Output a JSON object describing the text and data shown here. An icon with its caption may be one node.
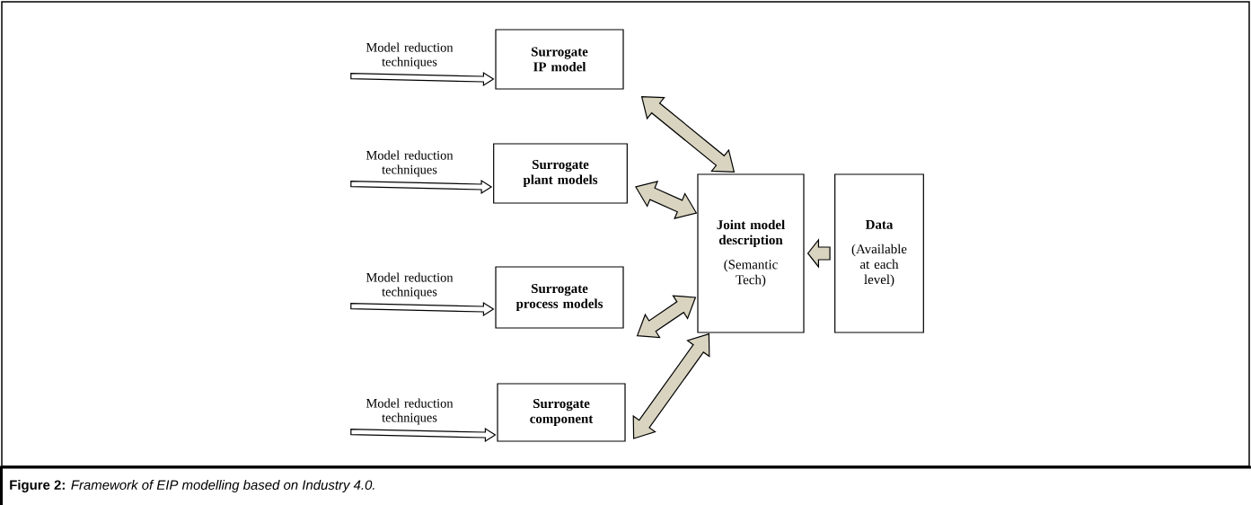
{
  "diagram": {
    "caption": "**Figure 2:** *Framework of EIP modelling based on Industry 4.0.*",
    "nodes": [
      {
        "text": [
          "Model reduction techniques"
        ]
      },
      {
        "text": [
          "Surrogate IP model"
        ]
      },
      {
        "text": [
          "Model reduction techniques"
        ]
      },
      {
        "text": [
          "Surrogate plant models"
        ]
      },
      {
        "text": [
          "Model reduction techniques"
        ]
      },
      {
        "text": [
          "Surrogate process models"
        ]
      },
      {
        "text": [
          "Model reduction techniques"
        ]
      },
      {
        "text": [
          "Surrogate component"
        ]
      },
      {
        "text": [
          "Joint model description",
          "(Semantic Tech)"
        ]
      },
      {
        "text": [
          "Data",
          "(Available at each level)"
        ]
      }
    ],
    "edges": [
      {
        "from": 0,
        "to": 1,
        "arrow": "to"
      },
      {
        "from": 2,
        "to": 3,
        "arrow": "to"
      },
      {
        "from": 4,
        "to": 5,
        "arrow": "to"
      },
      {
        "from": 6,
        "to": 7,
        "arrow": "to"
      },
      {
        "from": 1,
        "to": 8,
        "arrow": "both",
        "style": "thick",
        "color": "#d8d4c0"
      },
      {
        "from": 3,
        "to": 8,
        "arrow": "both",
        "style": "thick",
        "color": "#d8d4c0"
      },
      {
        "from": 5,
        "to": 8,
        "arrow": "both",
        "style": "thick",
        "color": "#d8d4c0"
      },
      {
        "from": 7,
        "to": 8,
        "arrow": "both",
        "style": "thick",
        "color": "#d8d4c0"
      },
      {
        "from": 9,
        "to": 8,
        "arrow": "to",
        "style": "thick",
        "color": "#d8d4c0"
      }
    ]
  }
}
